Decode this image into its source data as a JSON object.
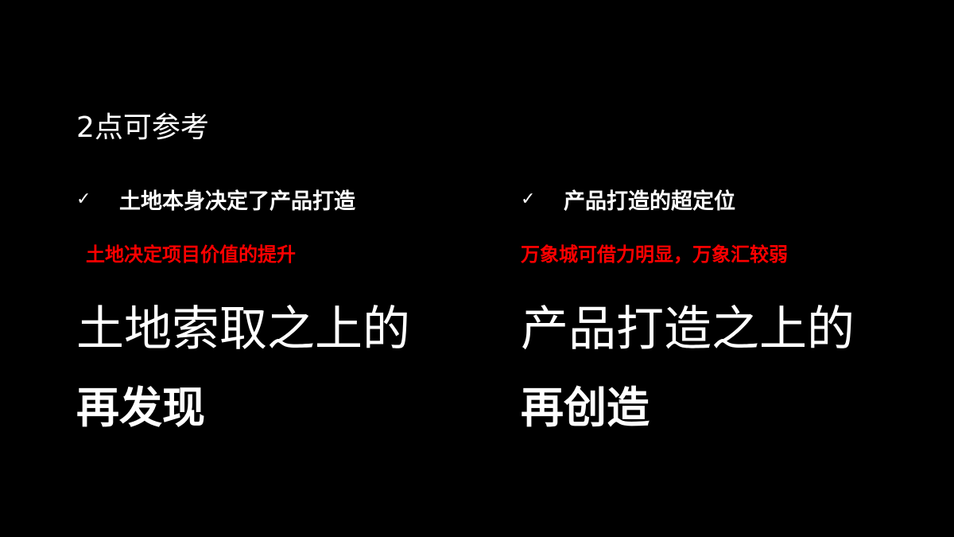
{
  "slide": {
    "intro": "2点可参考",
    "check_glyph": "✓",
    "accent_color": "#ff0000",
    "text_color": "#ffffff",
    "background_color": "#000000"
  },
  "left": {
    "point": "土地本身决定了产品打造",
    "note": "土地决定项目价值的提升",
    "headline": "土地索取之上的",
    "emphasis": "再发现"
  },
  "right": {
    "point": "产品打造的超定位",
    "note": "万象城可借力明显，万象汇较弱",
    "headline": "产品打造之上的",
    "emphasis": "再创造"
  }
}
